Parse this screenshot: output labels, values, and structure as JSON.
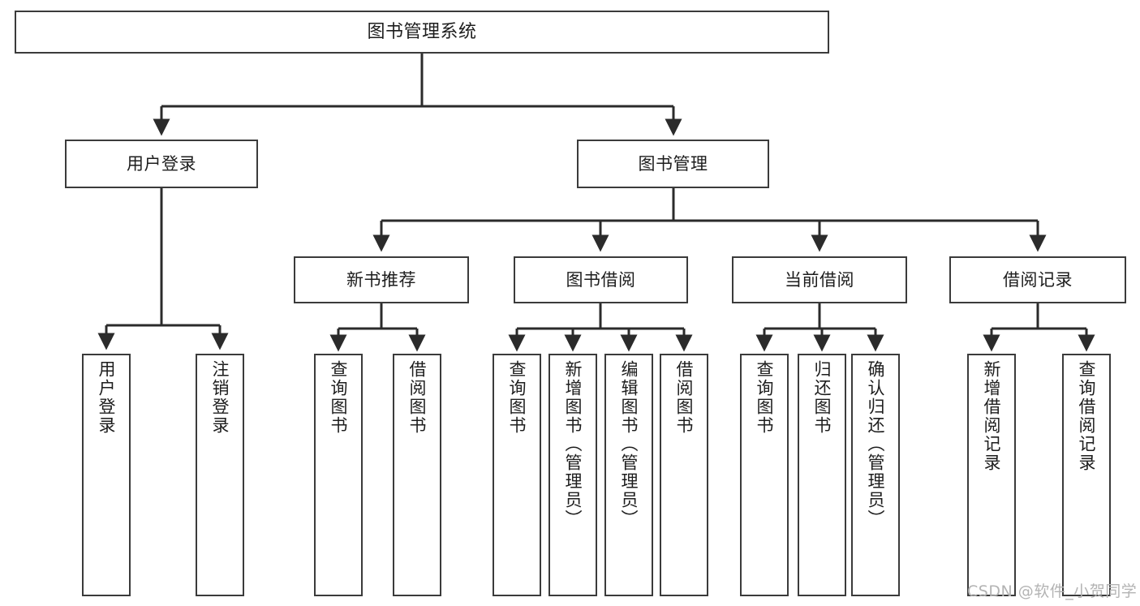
{
  "diagram": {
    "title": "图书管理系统",
    "type": "hierarchy-tree",
    "style": {
      "box_fill": "#ffffff",
      "box_stroke": "#3b3b3b",
      "connector": "#2b2b2b",
      "text": "#1d1d1d"
    },
    "root": {
      "label": "图书管理系统"
    },
    "level2": [
      {
        "label": "用户登录"
      },
      {
        "label": "图书管理"
      }
    ],
    "level3": [
      {
        "label": "新书推荐"
      },
      {
        "label": "图书借阅"
      },
      {
        "label": "当前借阅"
      },
      {
        "label": "借阅记录"
      }
    ],
    "leaves": {
      "user_login": [
        {
          "label": "用户登录"
        },
        {
          "label": "注销登录"
        }
      ],
      "new_book_recommend": [
        {
          "label": "查询图书"
        },
        {
          "label": "借阅图书"
        }
      ],
      "book_borrow": [
        {
          "label": "查询图书"
        },
        {
          "label": "新增图书（管理员）"
        },
        {
          "label": "编辑图书（管理员）"
        },
        {
          "label": "借阅图书"
        }
      ],
      "current_borrow": [
        {
          "label": "查询图书"
        },
        {
          "label": "归还图书"
        },
        {
          "label": "确认归还（管理员）"
        }
      ],
      "borrow_records": [
        {
          "label": "新增借阅记录"
        },
        {
          "label": "查询借阅记录"
        }
      ]
    }
  },
  "watermark": {
    "text": "CSDN @软件_小贺同学"
  }
}
